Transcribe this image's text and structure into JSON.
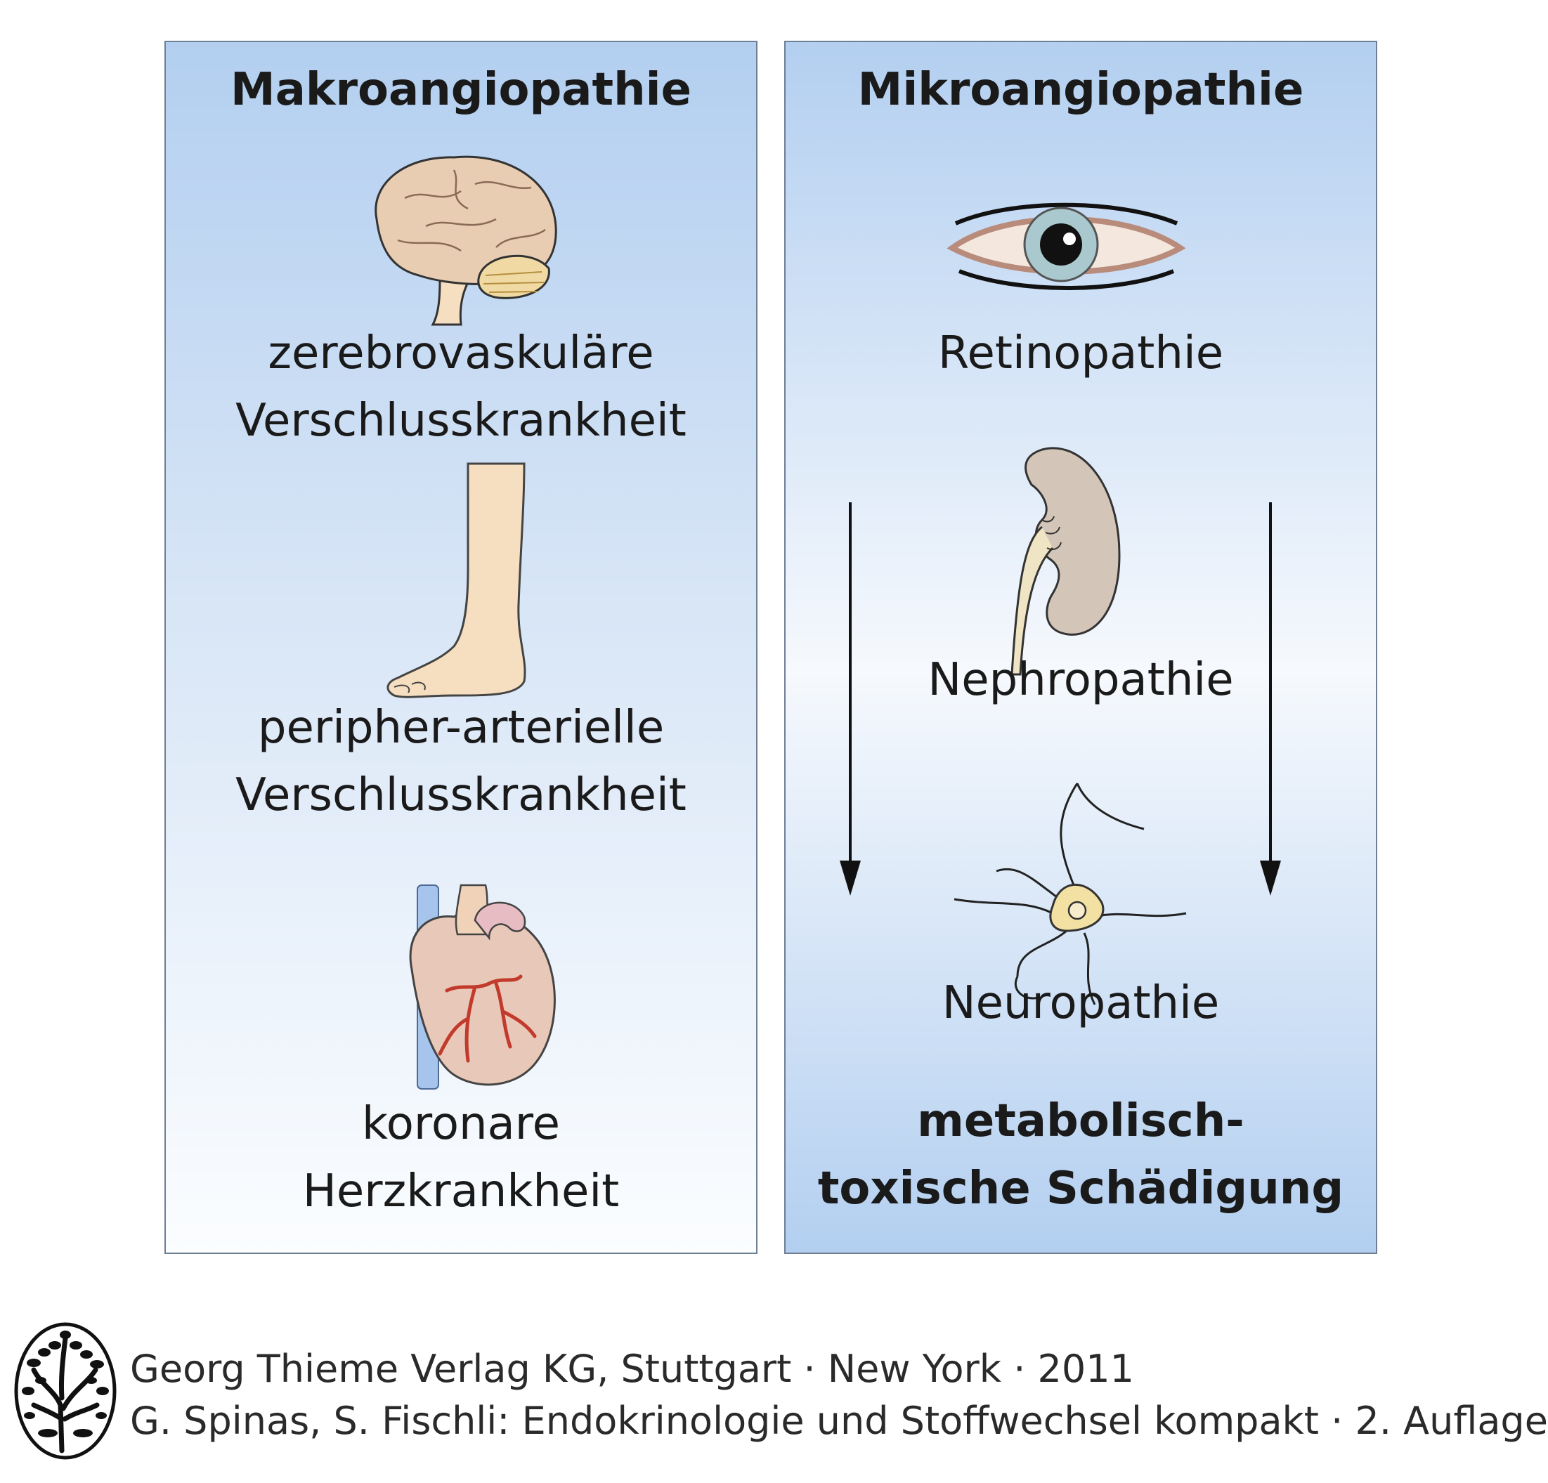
{
  "left_panel": {
    "title": "Makroangiopathie",
    "items": [
      {
        "icon": "brain-icon",
        "label_lines": [
          "zerebrovaskuläre",
          "Verschlusskrankheit"
        ]
      },
      {
        "icon": "foot-icon",
        "label_lines": [
          "peripher-arterielle",
          "Verschlusskrankheit"
        ]
      },
      {
        "icon": "heart-icon",
        "label_lines": [
          "koronare",
          "Herzkrankheit"
        ]
      }
    ]
  },
  "right_panel": {
    "title": "Mikroangiopathie",
    "items": [
      {
        "icon": "eye-icon",
        "label": "Retinopathie"
      },
      {
        "icon": "kidney-icon",
        "label": "Nephropathie"
      },
      {
        "icon": "neuron-icon",
        "label": "Neuropathie"
      }
    ],
    "footer_lines": [
      "metabolisch-",
      "toxische Schädigung"
    ]
  },
  "credit": {
    "line1": "Georg Thieme Verlag KG, Stuttgart · New York · 2011",
    "line2": "G. Spinas, S. Fischli: Endokrinologie und Stoffwechsel kompakt · 2. Auflage"
  },
  "colors": {
    "panel_top": "#b3cff0",
    "panel_border": "#6f7f93",
    "skin": "#f6dfc0",
    "brain": "#e8cdb2",
    "cerebellum": "#f0d9a2",
    "kidney": "#d3c6b8",
    "eye_iris": "#a9c9cf",
    "heart": "#e8c8b8",
    "artery": "#c23a2c",
    "vein": "#a6c4ec"
  }
}
